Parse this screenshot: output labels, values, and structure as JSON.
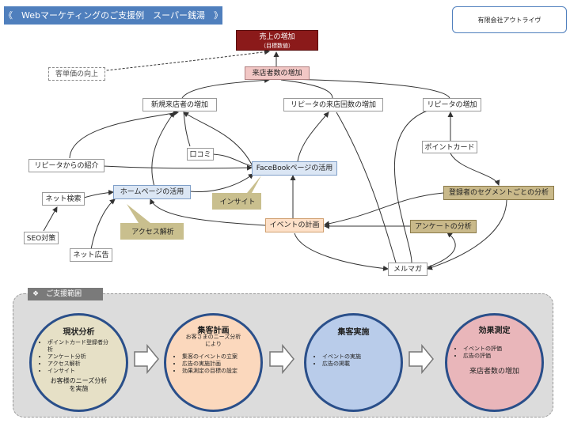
{
  "header": {
    "title": "《　Webマーケティングのご支援例　スーパー銭湯　》",
    "company": "有限会社アウトライヴ"
  },
  "nodes": {
    "goal_title": "売上の増加",
    "goal_sub": "（目標数値）",
    "unit_price": "客単価の向上",
    "visitors": "来店者数の増加",
    "new_visitors": "新規来店者の増加",
    "repeat_count": "リピータの来店回数の増加",
    "repeaters": "リピータの増加",
    "referral": "リピータからの紹介",
    "word_of_mouth": "口コミ",
    "facebook": "FaceBookページの活用",
    "point_card": "ポイントカード",
    "net_search": "ネット検索",
    "homepage": "ホームページの活用",
    "segment": "登録者のセグメントごとの分析",
    "insight": "インサイト",
    "seo": "SEO対策",
    "event": "イベントの計画",
    "survey": "アンケートの分析",
    "access": "アクセス解析",
    "net_ad": "ネット広告",
    "mailmag": "メルマガ"
  },
  "scope": {
    "label": "❖　ご支援範囲",
    "phases": [
      {
        "title": "現状分析",
        "items": [
          "ポイントカード登録者分析",
          "アンケート分析",
          "アクセス解析",
          "インサイト"
        ],
        "note": "お客様のニーズ分析を実施",
        "color": "#e6e0c6"
      },
      {
        "title": "集客計画",
        "lead": "お客さまのニーズ分析により",
        "items": [
          "集客のイベントの立案",
          "広告の実施計画",
          "効果測定の目標の設定"
        ],
        "color": "#fbd8bd"
      },
      {
        "title": "集客実施",
        "items": [
          "イベントの実施",
          "広告の掲載"
        ],
        "color": "#b9ccea"
      },
      {
        "title": "効果測定",
        "items": [
          "イベントの評価",
          "広告の評価"
        ],
        "note": "来店者数の増加",
        "color": "#e9b6ba"
      }
    ]
  },
  "colors": {
    "header": "#4f7fbd",
    "goal": "#8b1a1a",
    "pink": "#f2c7c5",
    "blue": "#dbe6f4",
    "olive": "#c9b98a",
    "peach": "#fde0c8",
    "ring": "#2a4f8a"
  }
}
